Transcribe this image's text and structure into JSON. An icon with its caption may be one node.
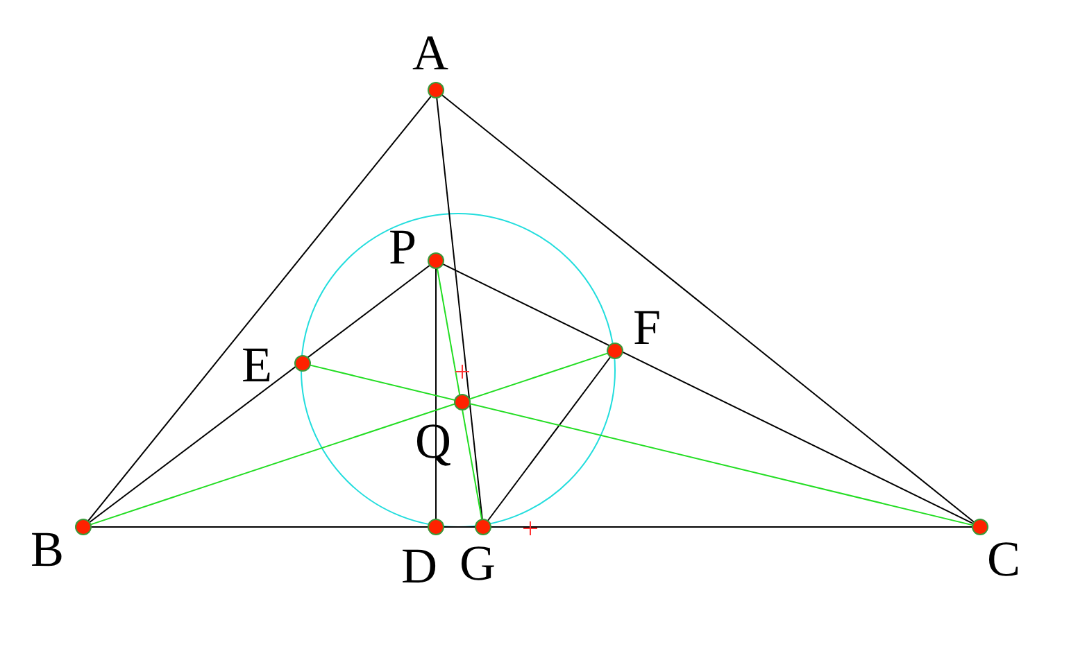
{
  "diagram": {
    "nodes": [
      {
        "text": [
          "A"
        ]
      },
      {
        "text": [
          "B"
        ]
      },
      {
        "text": [
          "C"
        ]
      },
      {
        "text": [
          "D"
        ]
      },
      {
        "text": [
          "E"
        ]
      },
      {
        "text": [
          "F"
        ]
      },
      {
        "text": [
          "G"
        ]
      },
      {
        "text": [
          "P"
        ]
      },
      {
        "text": [
          "Q"
        ]
      }
    ],
    "edges": [
      {
        "from": 0,
        "to": 1,
        "arrow": "none"
      },
      {
        "from": 0,
        "to": 2,
        "arrow": "none"
      },
      {
        "from": 1,
        "to": 2,
        "arrow": "none"
      },
      {
        "from": 0,
        "to": 6,
        "arrow": "none"
      },
      {
        "from": 7,
        "to": 3,
        "arrow": "none"
      },
      {
        "from": 1,
        "to": 7,
        "arrow": "none"
      },
      {
        "from": 7,
        "to": 2,
        "arrow": "none"
      },
      {
        "from": 5,
        "to": 6,
        "arrow": "none"
      },
      {
        "from": 4,
        "to": 2,
        "arrow": "none",
        "color": "#22dd22"
      },
      {
        "from": 1,
        "to": 5,
        "arrow": "none",
        "color": "#22dd22"
      },
      {
        "from": 7,
        "to": 6,
        "arrow": "none",
        "color": "#22dd22"
      }
    ]
  }
}
